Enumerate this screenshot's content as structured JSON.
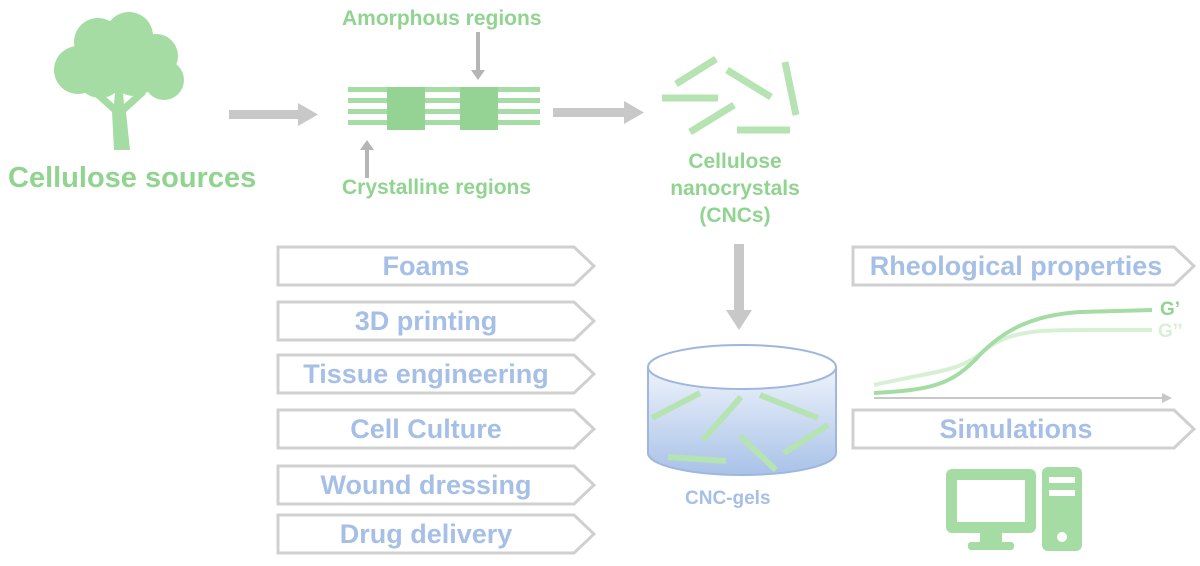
{
  "sources": {
    "title": "Cellulose sources",
    "icon": "tree-icon"
  },
  "fibril": {
    "amorphous_label": "Amorphous regions",
    "crystalline_label": "Crystalline regions"
  },
  "cnc": {
    "line1": "Cellulose",
    "line2": "nanocrystals",
    "line3": "(CNCs)"
  },
  "gels": {
    "label": "CNC-gels"
  },
  "applications": [
    "Foams",
    "3D printing",
    "Tissue engineering",
    "Cell Culture",
    "Wound dressing",
    "Drug delivery"
  ],
  "right": {
    "rheology_label": "Rheological properties",
    "g_prime": "G’",
    "g_double_prime": "G’’",
    "simulations_label": "Simulations",
    "computer_icon": "computer-icon"
  },
  "colors": {
    "green": "#90d48f",
    "light_green": "#cdebc9",
    "blue": "#a6bfe6",
    "gray": "#c8c8c8"
  }
}
